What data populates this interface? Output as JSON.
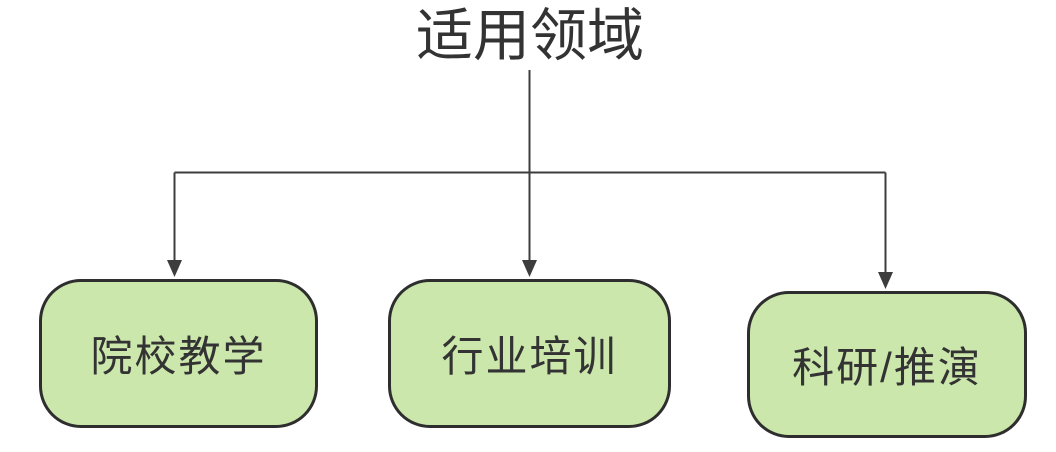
{
  "diagram": {
    "title": "适用领域",
    "nodes": [
      {
        "id": "college-teaching",
        "label": "院校教学"
      },
      {
        "id": "industry-training",
        "label": "行业培训"
      },
      {
        "id": "research-wargame",
        "label": "科研/推演"
      }
    ],
    "structure": {
      "root": "适用领域",
      "children": [
        "院校教学",
        "行业培训",
        "科研/推演"
      ]
    },
    "colors": {
      "node_fill": "#cbe7ac",
      "node_border": "#2e2e2e",
      "connector": "#3d3d3d",
      "text": "#333333",
      "background": "#ffffff"
    }
  }
}
